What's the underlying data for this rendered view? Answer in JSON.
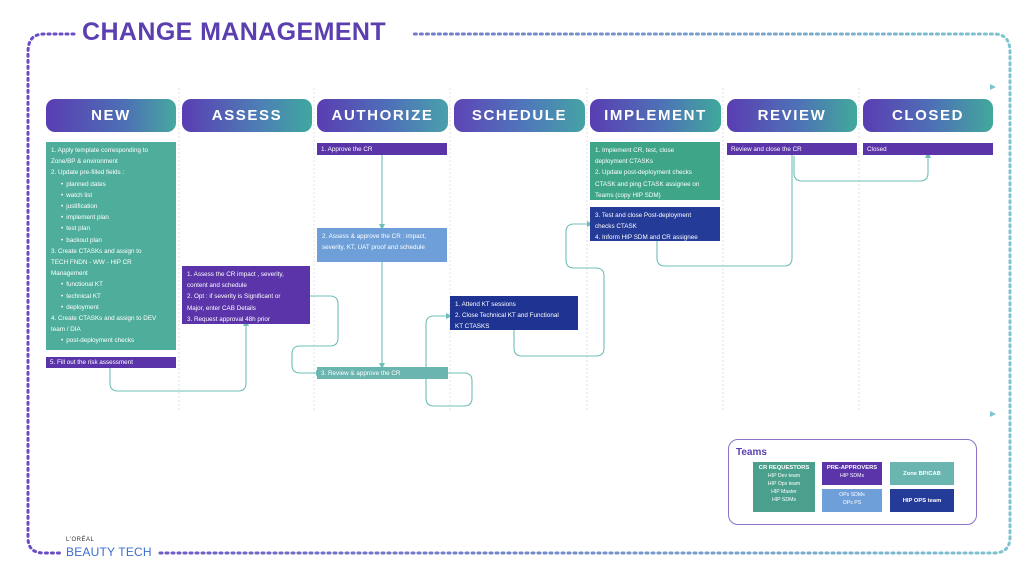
{
  "title": "CHANGE MANAGEMENT",
  "stages": [
    "NEW",
    "ASSESS",
    "AUTHORIZE",
    "SCHEDULE",
    "IMPLEMENT",
    "REVIEW",
    "CLOSED"
  ],
  "new": {
    "items": [
      "1. Apply template corresponding to",
      "Zone/BP & environment",
      "2. Update pre-filled fields :",
      "planned dates",
      "watch list",
      "justification",
      "implement plan",
      "test plan",
      "backout plan",
      "3. Create CTASKs and assign to",
      "TECH FNDN - WW - HIP CR",
      "Management",
      "functional KT",
      "technical KT",
      "deployment",
      "4. Create CTASKs and assign to DEV",
      "team / DIA",
      "post-deployment checks"
    ],
    "risk": "5. Fill out the risk assessment"
  },
  "assess": {
    "items": [
      "1. Assess the CR impact , severity,",
      "content and schedule",
      "2. Opt : if severity is Significant or",
      "Major, enter CAB Details",
      "3. Request approval 48h prior"
    ]
  },
  "authorize": {
    "approve": "1. Approve the CR",
    "assess_lines": [
      "2. Assess & approve the CR : impact,",
      "severity, KT, UAT proof and schedule"
    ],
    "review": "3. Review & approve the CR"
  },
  "schedule": {
    "items": [
      "1. Attend KT sessions",
      "2. Close Technical KT and Functional",
      "KT CTASKS"
    ]
  },
  "implement": {
    "top": [
      "1. Implement CR, test, close",
      "deployment CTASKs",
      "2. Update post-deployment checks",
      "CTASK and ping CTASK assignee on",
      "Teams (copy HIP SDM)"
    ],
    "bottom": [
      "3. Test and close Post-deployment",
      "checks CTASK",
      "4. Inform HIP SDM and CR assignee"
    ]
  },
  "review": {
    "text": "Review and close the CR"
  },
  "closed": {
    "text": "Closed"
  },
  "teams": {
    "title": "Teams",
    "cr_requestors": {
      "title": "CR REQUESTORS",
      "lines": [
        "HIP Dev team",
        "HIP Ops team",
        "HIP Master",
        "HIP SDMs"
      ]
    },
    "pre_approvers": {
      "title": "PRE-APPROVERS",
      "lines": [
        "HIP SDMs"
      ]
    },
    "ops": {
      "lines": [
        "OPs SDMs",
        "OPs PS"
      ]
    },
    "zone": {
      "title": "Zone BP/CAB"
    },
    "hip_ops": {
      "title": "HIP OPS team"
    }
  },
  "logo": {
    "line1": "L'ORÉAL",
    "line2": "BEAUTY TECH"
  },
  "colors": {
    "frame": "#7ec4cf",
    "title": "#5b3fb0",
    "gradient_start": "#5a3db3",
    "gradient_end": "#4aa89c"
  }
}
